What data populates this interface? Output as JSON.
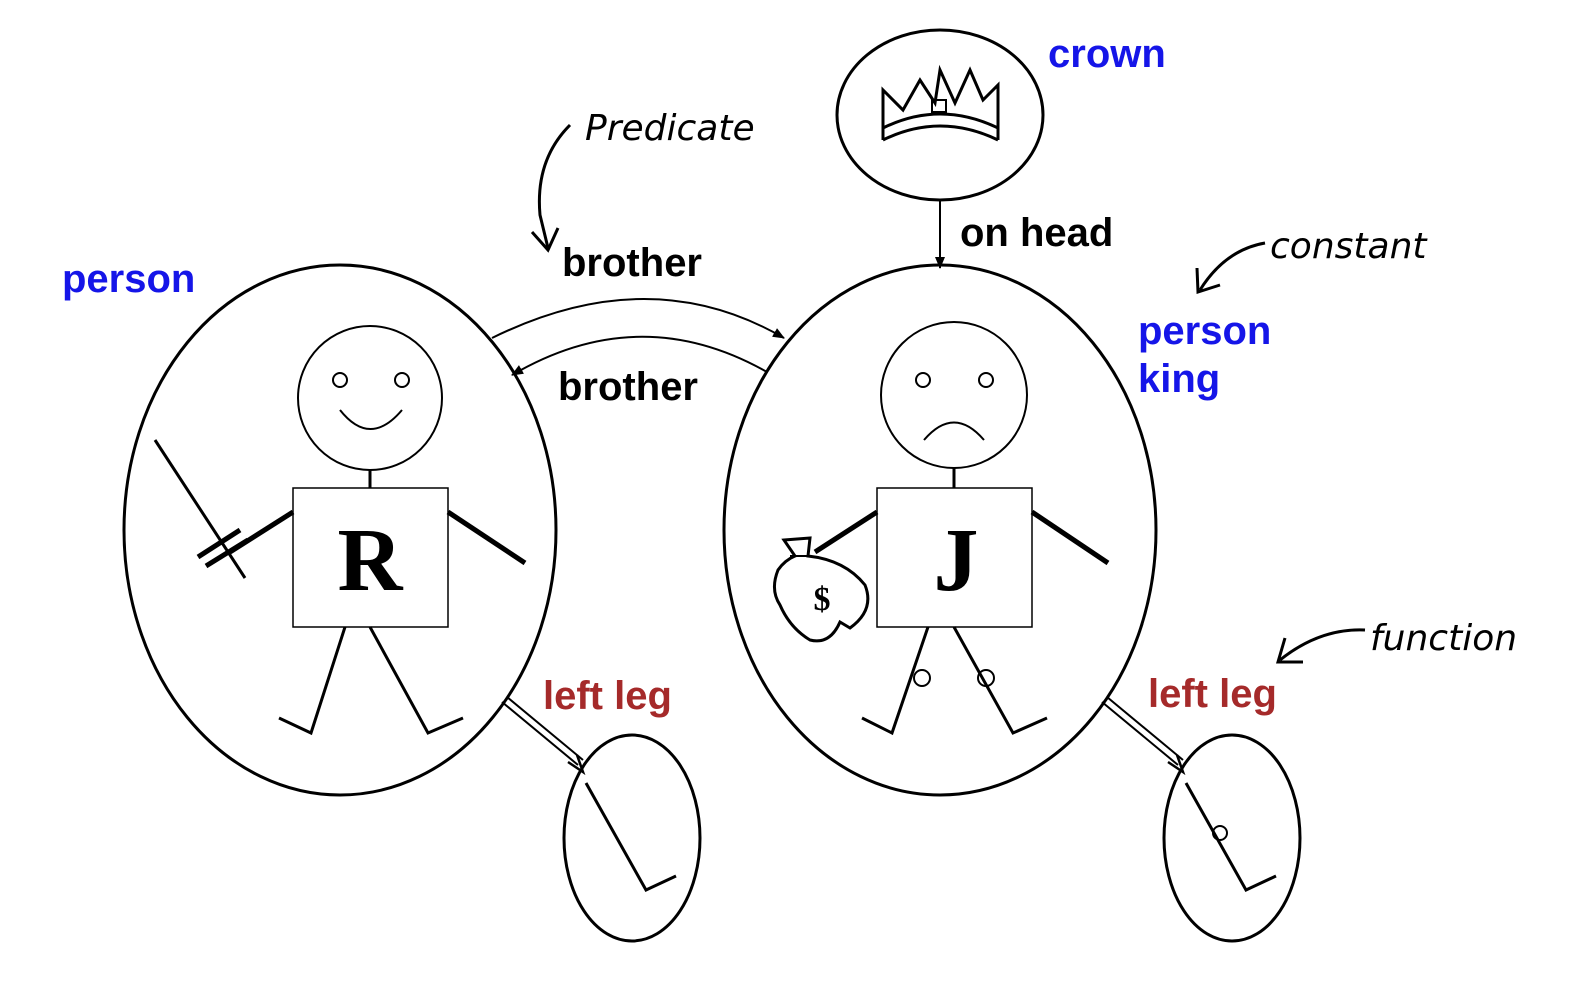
{
  "colors": {
    "blue_label": "#1515e8",
    "red_label": "#a52a2a",
    "stroke": "#000000"
  },
  "labels": {
    "crown": "crown",
    "on_head": "on head",
    "brother_top": "brother",
    "brother_bottom": "brother",
    "person_left": "person",
    "person_right": "person",
    "king": "king",
    "left_leg_left": "left leg",
    "left_leg_right": "left leg"
  },
  "annotations": {
    "predicate": "Predicate",
    "constant": "constant",
    "function": "function"
  },
  "figures": {
    "richard_letter": "R",
    "john_letter": "J",
    "money_symbol": "$"
  },
  "icons": [
    "crown-icon",
    "sword-icon",
    "money-bag-icon",
    "smiley-face-icon",
    "frown-face-icon"
  ]
}
